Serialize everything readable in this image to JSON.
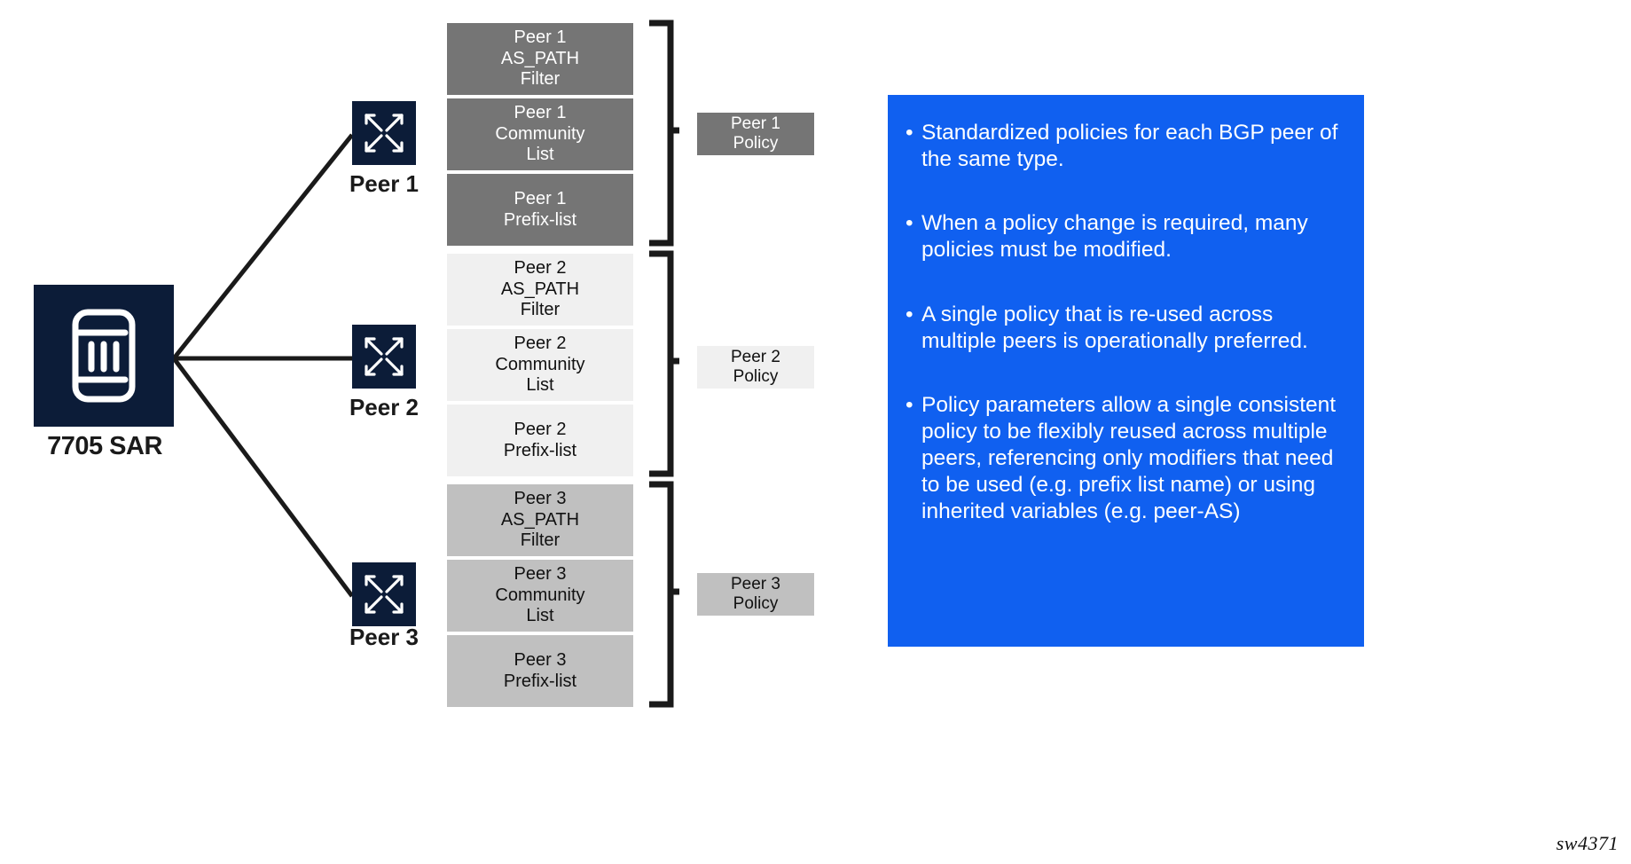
{
  "diagram": {
    "device": {
      "label": "7705 SAR",
      "icon": "router-icon"
    },
    "peers": [
      {
        "id": "peer1",
        "label": "Peer 1",
        "icon": "switch-icon",
        "tone": "tone-dark",
        "components": [
          {
            "lines": [
              "Peer 1",
              "AS_PATH",
              "Filter"
            ]
          },
          {
            "lines": [
              "Peer 1",
              "Community",
              "List"
            ]
          },
          {
            "lines": [
              "Peer 1",
              "Prefix-list"
            ]
          }
        ],
        "policy": {
          "lines": [
            "Peer 1",
            "Policy"
          ]
        }
      },
      {
        "id": "peer2",
        "label": "Peer 2",
        "icon": "switch-icon",
        "tone": "tone-light",
        "components": [
          {
            "lines": [
              "Peer 2",
              "AS_PATH",
              "Filter"
            ]
          },
          {
            "lines": [
              "Peer 2",
              "Community",
              "List"
            ]
          },
          {
            "lines": [
              "Peer 2",
              "Prefix-list"
            ]
          }
        ],
        "policy": {
          "lines": [
            "Peer 2",
            "Policy"
          ]
        }
      },
      {
        "id": "peer3",
        "label": "Peer 3",
        "icon": "switch-icon",
        "tone": "tone-mid",
        "components": [
          {
            "lines": [
              "Peer 3",
              "AS_PATH",
              "Filter"
            ]
          },
          {
            "lines": [
              "Peer 3",
              "Community",
              "List"
            ]
          },
          {
            "lines": [
              "Peer 3",
              "Prefix-list"
            ]
          }
        ],
        "policy": {
          "lines": [
            "Peer 3",
            "Policy"
          ]
        }
      }
    ]
  },
  "callout": {
    "background_color": "#1060f0",
    "text_color": "#ffffff",
    "bullet_glyph": "•",
    "bullets": [
      "Standardized policies for each BGP peer of the same type.",
      "When a policy change is required, many policies must be modified.",
      "A single policy that is re-used across multiple peers is operationally preferred.",
      "Policy parameters allow a single consistent policy to be flexibly reused across multiple peers, referencing only modifiers that need to be used (e.g. prefix list name) or using inherited variables (e.g. peer-AS)"
    ]
  },
  "footer": {
    "watermark": "sw4371"
  },
  "colors": {
    "device_navy": "#0c1c38",
    "peer1_tone": "#757575",
    "peer2_tone": "#f0f0f0",
    "peer3_tone": "#c0c0c0",
    "line_black": "#1a1a1a",
    "callout_blue": "#1060f0"
  }
}
